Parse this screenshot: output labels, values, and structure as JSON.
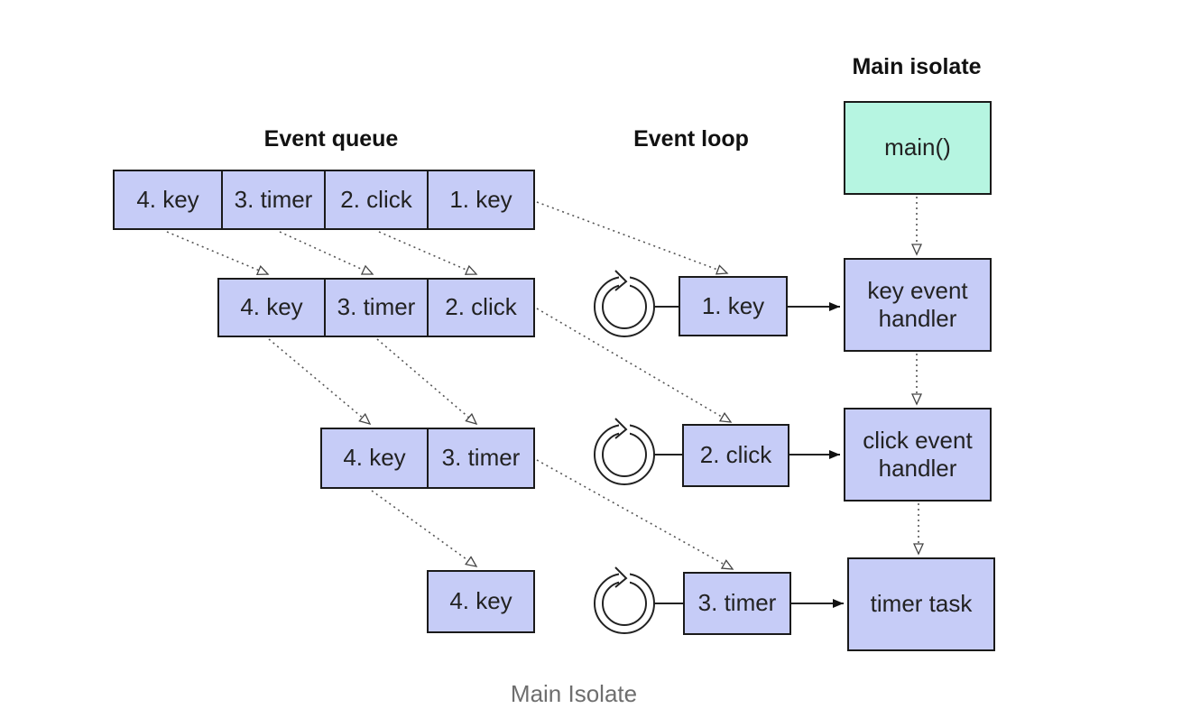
{
  "headers": {
    "event_queue": "Event queue",
    "event_loop": "Event loop",
    "main_isolate": "Main isolate"
  },
  "queue_rows": [
    [
      "4. key",
      "3. timer",
      "2. click",
      "1. key"
    ],
    [
      "4. key",
      "3. timer",
      "2. click"
    ],
    [
      "4. key",
      "3. timer"
    ],
    [
      "4. key"
    ]
  ],
  "loop_events": [
    "1. key",
    "2. click",
    "3. timer"
  ],
  "isolate_boxes": [
    "main()",
    "key event\nhandler",
    "click event\nhandler",
    "timer task"
  ],
  "caption": "Main Isolate",
  "colors": {
    "event_box": "#c6ccf7",
    "main_box": "#b6f5e1",
    "stroke": "#1a1a1a",
    "caption": "#6e6e6e"
  }
}
